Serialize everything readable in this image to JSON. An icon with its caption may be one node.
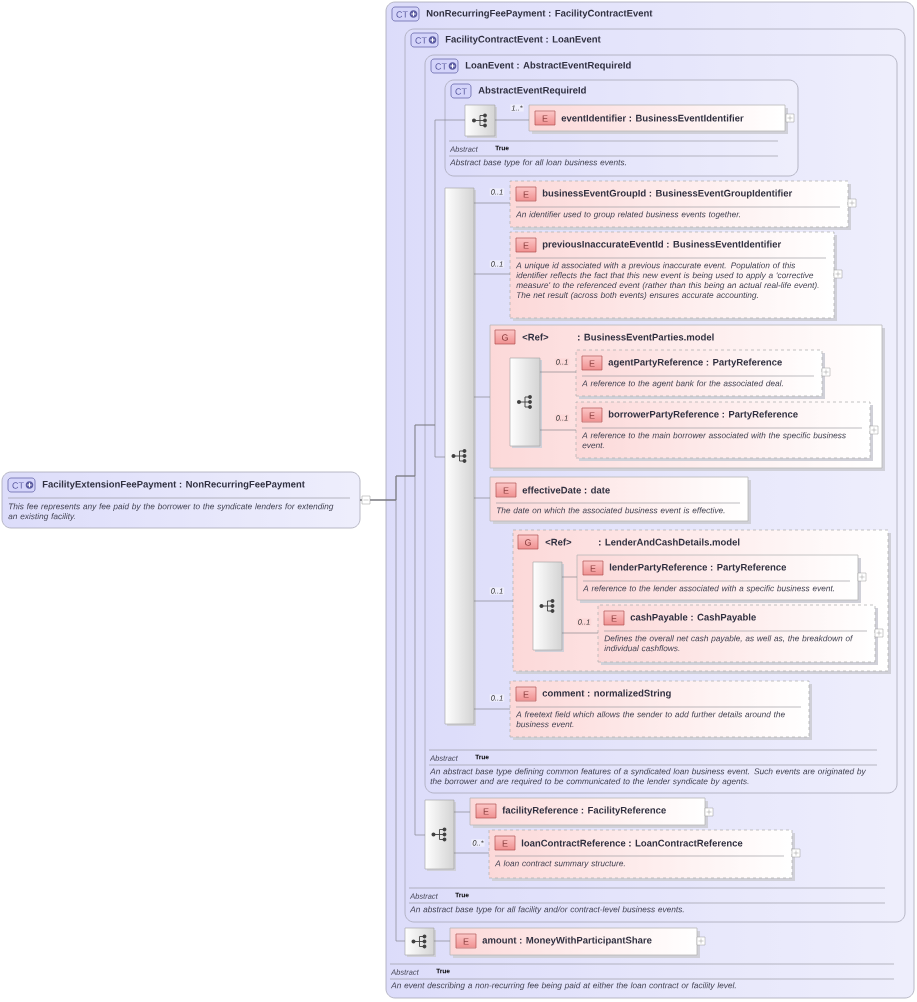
{
  "diagram": {
    "nodes": [
      {
        "text": [
          "CT",
          "FacilityExtensionFeePayment : NonRecurringFeePayment",
          "This fee represents any fee paid by the borrower to the syndicate lenders for extending an existing facility."
        ]
      },
      {
        "text": [
          "CT",
          "NonRecurringFeePayment : FacilityContractEvent",
          "Abstract",
          "True",
          "An event describing a non-recurring fee being paid at either the loan contract or facility level."
        ]
      },
      {
        "text": [
          "CT",
          "FacilityContractEvent : LoanEvent",
          "Abstract",
          "True",
          "An abstract base type for all facility and/or contract-level business events."
        ],
        "in": 1
      },
      {
        "text": [
          "CT",
          "LoanEvent : AbstractEventRequireId",
          "Abstract",
          "True",
          "An abstract base type defining common features of a syndicated loan business event. Such events are originated by the borrower and are required to be communicated to the lender syndicate by agents."
        ],
        "in": 2
      },
      {
        "text": [
          "CT",
          "AbstractEventRequireId",
          "Abstract",
          "True",
          "Abstract base type for all loan business events."
        ],
        "in": 3
      },
      {
        "text": [],
        "shape": "box",
        "in": 4
      },
      {
        "text": [
          "E",
          "eventIdentifier : BusinessEventIdentifier"
        ],
        "in": 4
      },
      {
        "text": [],
        "shape": "box",
        "in": 3
      },
      {
        "text": [
          "E",
          "businessEventGroupId : BusinessEventGroupIdentifier",
          "An identifier used to group related business events together."
        ],
        "in": 3
      },
      {
        "text": [
          "E",
          "previousInaccurateEventId : BusinessEventIdentifier",
          "A unique id associated with a previous inaccurate event. Population of this identifier reflects the fact that this new event is being used to apply a 'corrective measure' to the referenced event (rather than this being an actual real-life event). The net result (across both events) ensures accurate accounting."
        ],
        "in": 3
      },
      {
        "text": [
          "G",
          "<Ref>",
          ": BusinessEventParties.model"
        ],
        "in": 3
      },
      {
        "text": [],
        "shape": "box",
        "in": 10
      },
      {
        "text": [
          "E",
          "agentPartyReference : PartyReference",
          "A reference to the agent bank for the associated deal."
        ],
        "in": 10
      },
      {
        "text": [
          "E",
          "borrowerPartyReference : PartyReference",
          "A reference to the main borrower associated with the specific business event."
        ],
        "in": 10
      },
      {
        "text": [
          "E",
          "effectiveDate : date",
          "The date on which the associated business event is effective."
        ],
        "in": 3
      },
      {
        "text": [
          "G",
          "<Ref>",
          ": LenderAndCashDetails.model"
        ],
        "in": 3
      },
      {
        "text": [],
        "shape": "box",
        "in": 15
      },
      {
        "text": [
          "E",
          "lenderPartyReference : PartyReference",
          "A reference to the lender associated with a specific business event."
        ],
        "in": 15
      },
      {
        "text": [
          "E",
          "cashPayable : CashPayable",
          "Defines the overall net cash payable, as well as, the breakdown of individual cashflows."
        ],
        "in": 15
      },
      {
        "text": [
          "E",
          "comment : normalizedString",
          "A freetext field which allows the sender to add further details around the business event."
        ],
        "in": 3
      },
      {
        "text": [],
        "shape": "box",
        "in": 2
      },
      {
        "text": [
          "E",
          "facilityReference : FacilityReference"
        ],
        "in": 2
      },
      {
        "text": [
          "E",
          "loanContractReference : LoanContractReference",
          "A loan contract summary structure."
        ],
        "in": 2
      },
      {
        "text": [],
        "shape": "box",
        "in": 1
      },
      {
        "text": [
          "E",
          "amount : MoneyWithParticipantShare"
        ],
        "in": 1
      }
    ],
    "edges": [
      {
        "from": 0,
        "to": 5,
        "arrow": "none"
      },
      {
        "from": 0,
        "to": 7,
        "arrow": "none"
      },
      {
        "from": 0,
        "to": 20,
        "arrow": "none"
      },
      {
        "from": 0,
        "to": 23,
        "arrow": "none"
      },
      {
        "from": 5,
        "to": 6,
        "arrow": "none",
        "label": "1..*"
      },
      {
        "from": 7,
        "to": 8,
        "arrow": "none",
        "label": "0..1"
      },
      {
        "from": 7,
        "to": 9,
        "arrow": "none",
        "label": "0..1"
      },
      {
        "from": 7,
        "to": 10,
        "arrow": "none"
      },
      {
        "from": 7,
        "to": 14,
        "arrow": "none"
      },
      {
        "from": 7,
        "to": 15,
        "arrow": "none",
        "label": "0..1"
      },
      {
        "from": 7,
        "to": 19,
        "arrow": "none",
        "label": "0..1"
      },
      {
        "from": 11,
        "to": 12,
        "arrow": "none",
        "label": "0..1"
      },
      {
        "from": 11,
        "to": 13,
        "arrow": "none",
        "label": "0..1"
      },
      {
        "from": 16,
        "to": 17,
        "arrow": "none"
      },
      {
        "from": 16,
        "to": 18,
        "arrow": "none",
        "label": "0..1"
      },
      {
        "from": 20,
        "to": 21,
        "arrow": "none"
      },
      {
        "from": 20,
        "to": 22,
        "arrow": "none",
        "label": "0..*"
      },
      {
        "from": 23,
        "to": 24,
        "arrow": "none"
      }
    ]
  }
}
